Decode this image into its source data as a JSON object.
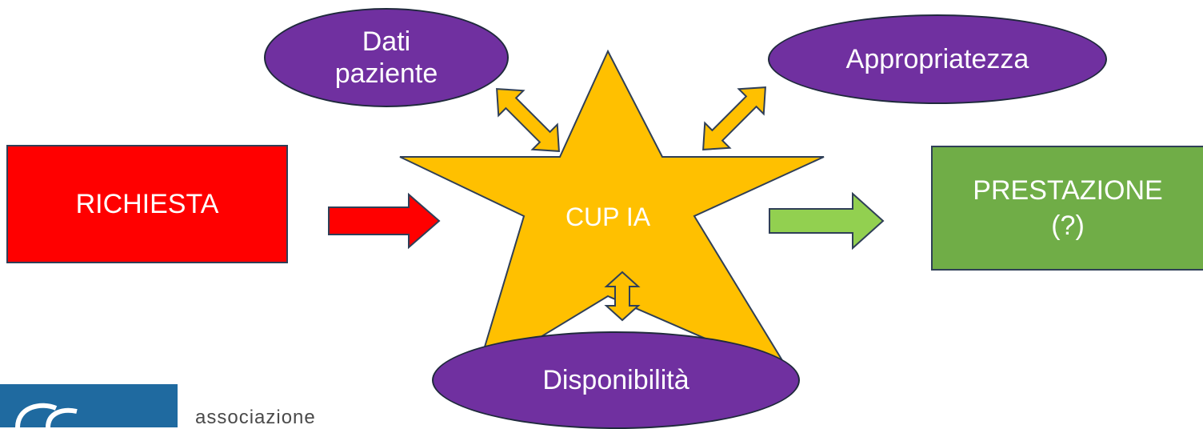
{
  "nodes": {
    "richiesta": "RICHIESTA",
    "cup": "CUP IA",
    "prestazione": "PRESTAZIONE\n(?)",
    "dati_paziente": "Dati\npaziente",
    "appropriatezza": "Appropriatezza",
    "disponibilita": "Disponibilità"
  },
  "logo": {
    "text": "associazione"
  },
  "colors": {
    "richiesta": "#ff0000",
    "prestazione": "#70ad47",
    "star": "#ffc000",
    "ellipse": "#7030a0",
    "arrow_red": "#ff0000",
    "arrow_green": "#92d050",
    "arrow_orange": "#ffc000"
  }
}
